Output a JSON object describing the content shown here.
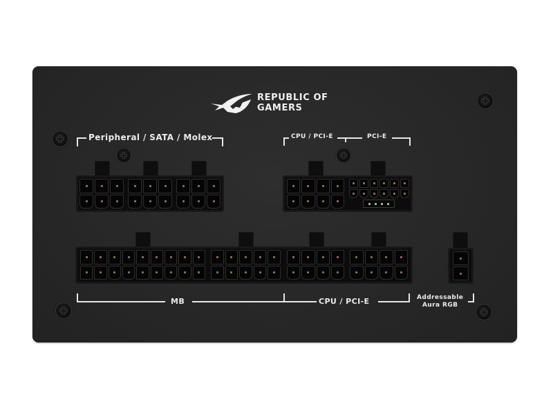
{
  "brand": {
    "logo_line1": "REPUBLIC OF",
    "logo_line2": "GAMERS",
    "logo_icon": "rog-eye-icon"
  },
  "labels": {
    "top_left": "Peripheral / SATA / Molex",
    "top_cpu_pcie": "CPU / PCI-E",
    "top_pcie": "PCI-E",
    "bottom_mb": "MB",
    "bottom_cpu_pcie": "CPU / PCI-E",
    "argb_line1": "Addressable",
    "argb_line2": "Aura RGB"
  },
  "connectors": {
    "peripheral": [
      {
        "name": "peripheral-1",
        "cols": 3,
        "rows": 2
      },
      {
        "name": "peripheral-2",
        "cols": 3,
        "rows": 2
      },
      {
        "name": "peripheral-3",
        "cols": 3,
        "rows": 2
      }
    ],
    "cpu_pcie_top": {
      "cols": 4,
      "rows": 2
    },
    "pcie_12vhpwr": {
      "cols": 6,
      "rows": 2,
      "sense_pins": 4
    },
    "mb": [
      {
        "cols": 9,
        "rows": 2
      },
      {
        "cols": 5,
        "rows": 2
      }
    ],
    "cpu_pcie_bottom": [
      {
        "cols": 4,
        "rows": 2
      },
      {
        "cols": 4,
        "rows": 2
      }
    ],
    "argb": {
      "cols": 1,
      "rows": 2
    }
  },
  "colors": {
    "panel": "#272727",
    "connector": "#0c0c0c",
    "text": "#ececec",
    "background": "#ffffff"
  }
}
